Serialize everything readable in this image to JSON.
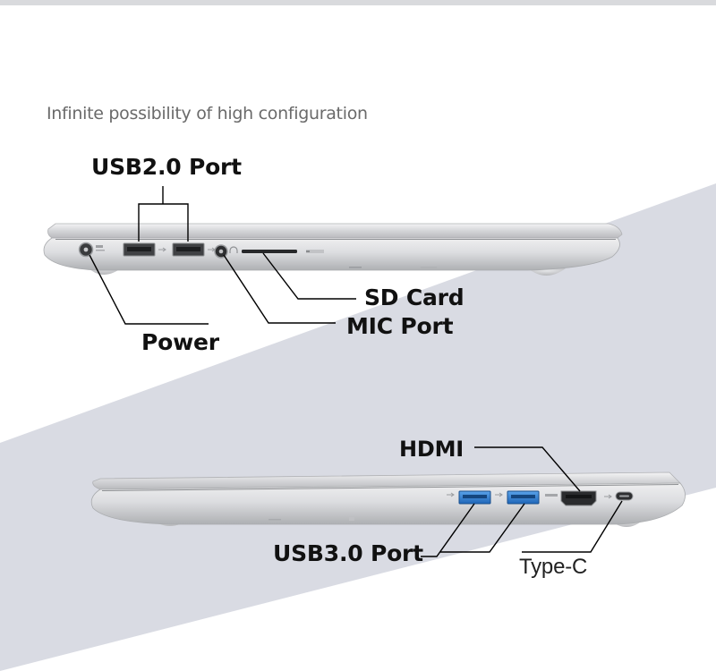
{
  "tagline": "Infinite possibility of high configuration",
  "callouts": {
    "usb2": "USB2.0 Port",
    "sd_card": "SD Card",
    "mic": "MIC Port",
    "power": "Power",
    "hdmi": "HDMI",
    "usb3": "USB3.0 Port",
    "type_c": "Type-C"
  },
  "colors": {
    "band": "#d9dbe3",
    "chassis": "#d7d8da",
    "port_blue": "#2f7fd4",
    "callout_text": "#111111",
    "tagline_text": "#6a6a6a"
  }
}
